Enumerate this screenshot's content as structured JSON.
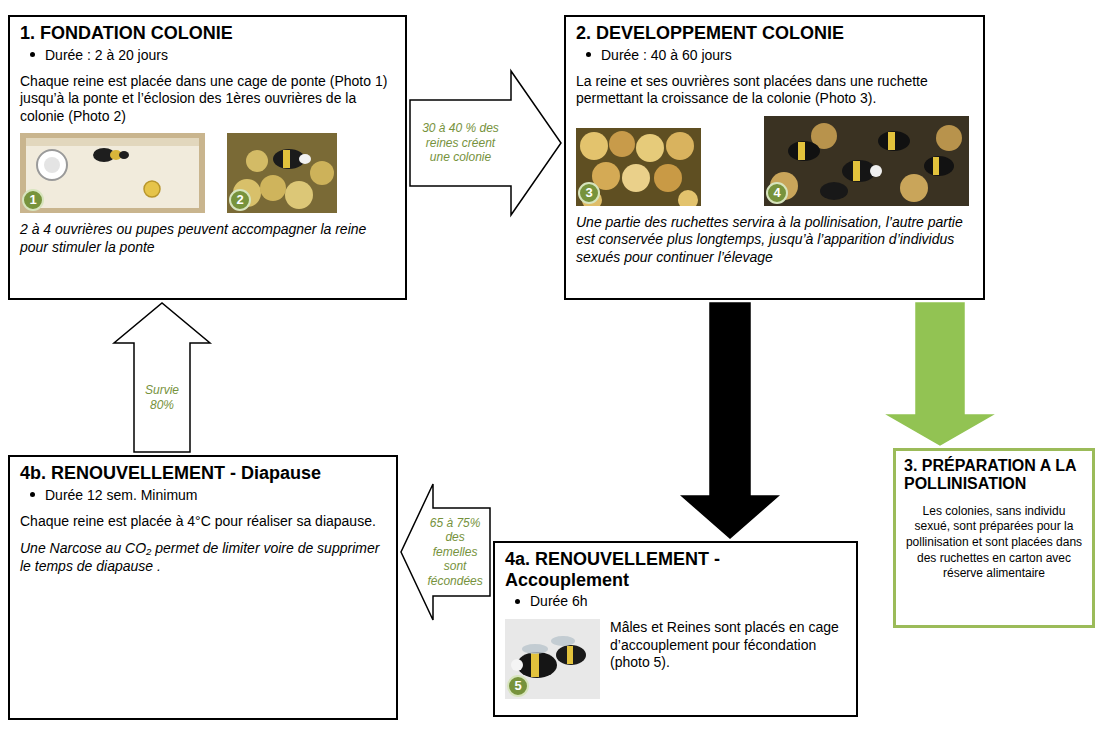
{
  "diagram": {
    "nodes": [
      {
        "text": [
          "1. FONDATION COLONIE",
          "Durée : 2 à 20 jours",
          "Chaque reine est placée dans une cage de ponte (Photo 1) jusqu’à la ponte et l’éclosion des 1ères ouvrières de la colonie (Photo 2)",
          "2 à 4 ouvrières ou pupes peuvent accompagner la reine pour stimuler la ponte"
        ]
      },
      {
        "text": [
          "2. DEVELOPPEMENT COLONIE",
          "Durée : 40 à 60 jours",
          "La reine et ses ouvrières sont placées dans une ruchette permettant la croissance de la colonie (Photo 3).",
          "Une partie des ruchettes servira à la pollinisation, l’autre partie est conservée plus longtemps, jusqu’à l’apparition d’individus sexués pour continuer l’élevage"
        ]
      },
      {
        "text": [
          "3. PRÉPARATION A LA POLLINISATION",
          "Les colonies, sans individu sexué, sont préparées pour la pollinisation et sont placées dans des ruchettes en carton avec réserve alimentaire"
        ]
      },
      {
        "text": [
          "4a. RENOUVELLEMENT - Accouplement",
          "Durée 6h",
          "Mâles et Reines sont placés en cage d’accouplement pour fécondation (photo 5)."
        ]
      },
      {
        "text": [
          "4b. RENOUVELLEMENT - Diapause",
          "Durée 12 sem. Minimum",
          "Chaque reine est placée à 4°C pour réaliser sa diapause.",
          "Une Narcose au CO₂ permet de limiter voire de supprimer le temps de diapause ."
        ]
      }
    ],
    "edges": [
      {
        "from": 0,
        "to": 1,
        "arrow": "to",
        "label": "30 à 40 % des reines créent une colonie"
      },
      {
        "from": 1,
        "to": 3,
        "arrow": "to"
      },
      {
        "from": 1,
        "to": 2,
        "arrow": "to"
      },
      {
        "from": 3,
        "to": 4,
        "arrow": "to",
        "label": "65 à 75% des femelles sont fécondées"
      },
      {
        "from": 4,
        "to": 0,
        "arrow": "to",
        "label": "Survie 80%"
      }
    ],
    "labels": [
      "1",
      "2",
      "3",
      "4",
      "5"
    ]
  }
}
